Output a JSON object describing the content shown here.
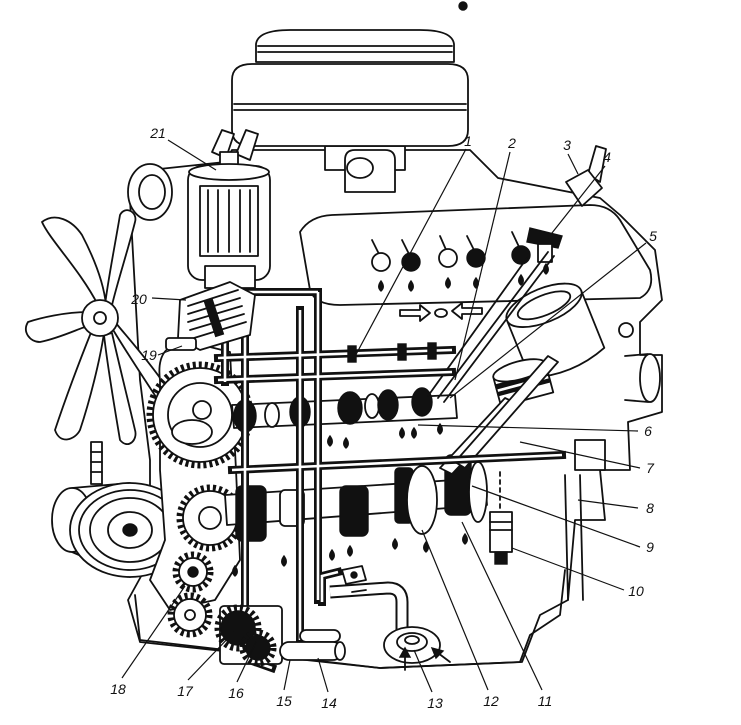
{
  "callouts": [
    "1",
    "2",
    "3",
    "4",
    "5",
    "6",
    "7",
    "8",
    "9",
    "10",
    "11",
    "12",
    "13",
    "14",
    "15",
    "16",
    "17",
    "18",
    "19",
    "20",
    "21"
  ],
  "colors": {
    "ink": "#111111",
    "paper": "#ffffff"
  }
}
